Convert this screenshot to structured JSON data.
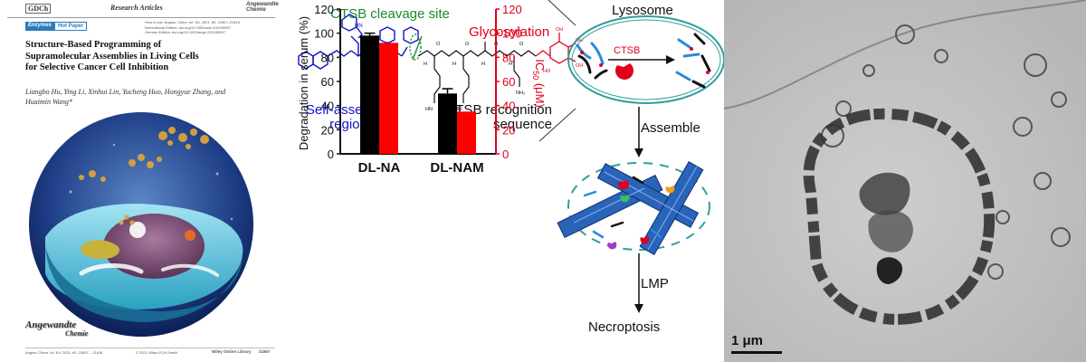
{
  "cover": {
    "publisher": "GDCh",
    "section": "Research Articles",
    "journal_top": "Angewandte Chemie",
    "badge": "Enzymes",
    "badge_type": "Hot Paper",
    "citation_line1": "How to cite: Angew. Chem. Int. Ed. 2021, 60, 21807–21816",
    "citation_line2": "International Edition: doi.org/10.1002/anie.202105507",
    "citation_line3": "German Edition: doi.org/10.1002/ange.202105507",
    "title": "Structure-Based Programming of Supramolecular Assemblies in Living Cells for Selective Cancer Cell Inhibition",
    "authors": "Liangbo Hu, Ying Li, Xinhui Lin, Yucheng Huo, Hongyue Zhang, and Huaimin Wang*",
    "journal_logo": "Angewandte",
    "journal_logo_sub": "Chemie",
    "footer_citation": "Angew. Chem. Int. Ed. 2021, 60, 21807 – 21816",
    "footer_copyright": "© 2021 Wiley-VCH GmbH",
    "footer_library": "Wiley Online Library",
    "footer_page": "21807"
  },
  "scheme": {
    "cleavage_label": "CTSB cleavage site",
    "glyco_label": "Glycosylation",
    "lysosome_label": "Lysosome",
    "ctsb_label": "CTSB",
    "self_assembly_label": "Self-assembly region",
    "recognition_label": "CTSB recognition sequence",
    "assemble_label": "Assemble",
    "lmp_label": "LMP",
    "necro_label": "Necroptosis",
    "colors": {
      "blue": "#1010d0",
      "green": "#1b8a2e",
      "red": "#e0001a",
      "teal": "#2f9e9e"
    }
  },
  "chart_data": {
    "type": "bar",
    "categories": [
      "DL-NA",
      "DL-NAM"
    ],
    "series": [
      {
        "values": [
          98,
          50
        ],
        "errors": [
          2,
          4
        ],
        "color": "#000000",
        "axis": "left"
      },
      {
        "values": [
          92,
          35
        ],
        "errors": [
          0,
          0
        ],
        "color": "#ff0000",
        "axis": "right"
      }
    ],
    "ylabel": "Degradation in serum (%)",
    "ylabel2": "IC50 (μM)",
    "ylim": [
      0,
      120
    ],
    "yticks": [
      0,
      20,
      40,
      60,
      80,
      100,
      120
    ]
  },
  "tem": {
    "scale_label": "1 μm"
  }
}
